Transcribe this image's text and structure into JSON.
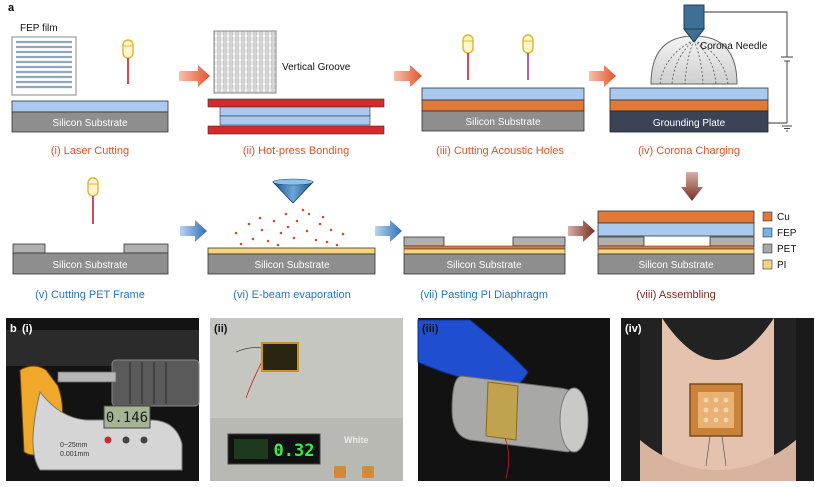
{
  "panel_a": {
    "label": "a",
    "top_row": {
      "steps": [
        {
          "caption": "(i) Laser Cutting",
          "substrate": "Silicon Substrate"
        },
        {
          "caption": "(ii) Hot-press Bonding"
        },
        {
          "caption": "(iii) Cutting Acoustic Holes",
          "substrate": "Silicon Substrate"
        },
        {
          "caption": "(iv) Corona Charging",
          "substrate": "Grounding Plate"
        }
      ],
      "callouts": {
        "fep_film": "FEP film",
        "vertical_groove": "Vertical Groove",
        "corona_needle": "Corona Needle"
      }
    },
    "bottom_row": {
      "steps": [
        {
          "caption": "(v) Cutting PET Frame",
          "substrate": "Silicon Substrate"
        },
        {
          "caption": "(vi) E-beam evaporation",
          "substrate": "Silicon Substrate"
        },
        {
          "caption": "(vii) Pasting PI Diaphragm",
          "substrate": "Silicon Substrate"
        },
        {
          "caption": "(viii) Assembling",
          "substrate": "Silicon Substrate"
        }
      ]
    },
    "legend": [
      {
        "label": "Cu",
        "color": "#e07a38"
      },
      {
        "label": "FEP",
        "color": "#7bb0e6"
      },
      {
        "label": "PET",
        "color": "#a8a8a8"
      },
      {
        "label": "PI",
        "color": "#f5d47f"
      }
    ],
    "colors": {
      "orange_caption": "#d5552a",
      "blue_caption": "#2a74c6",
      "brown_caption": "#7a2e22",
      "silicon": "#8e8e8e",
      "grounding_plate": "#3b4357",
      "hot_press_red": "#d42a2a"
    }
  },
  "panel_b": {
    "label": "b",
    "photos": [
      {
        "label": "(i)",
        "micrometer_reading": "0.146",
        "micrometer_text": "0~25mm\n0.001mm"
      },
      {
        "label": "(ii)",
        "scale_reading": "0.32",
        "scale_text": "White"
      },
      {
        "label": "(iii)"
      },
      {
        "label": "(iv)"
      }
    ]
  }
}
